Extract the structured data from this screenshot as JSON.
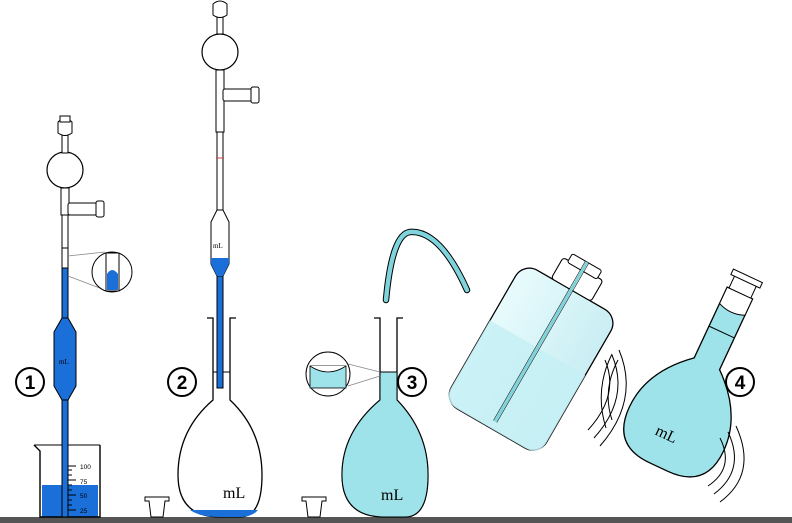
{
  "colors": {
    "blue_solution": "#1a6fd8",
    "light_solution": "#9ee3ea",
    "water_light": "#c6f0f5",
    "glass_stroke": "#000000",
    "bench": "#555555",
    "wash_tube": "#7fd3db"
  },
  "steps": [
    {
      "number": "1",
      "unit_label": "mL",
      "beaker_ticks": [
        "100",
        "75",
        "50",
        "25"
      ]
    },
    {
      "number": "2",
      "pipette_label": "mL",
      "flask_label": "mL"
    },
    {
      "number": "3",
      "flask_label": "mL"
    },
    {
      "number": "4",
      "flask_label": "mL"
    }
  ]
}
